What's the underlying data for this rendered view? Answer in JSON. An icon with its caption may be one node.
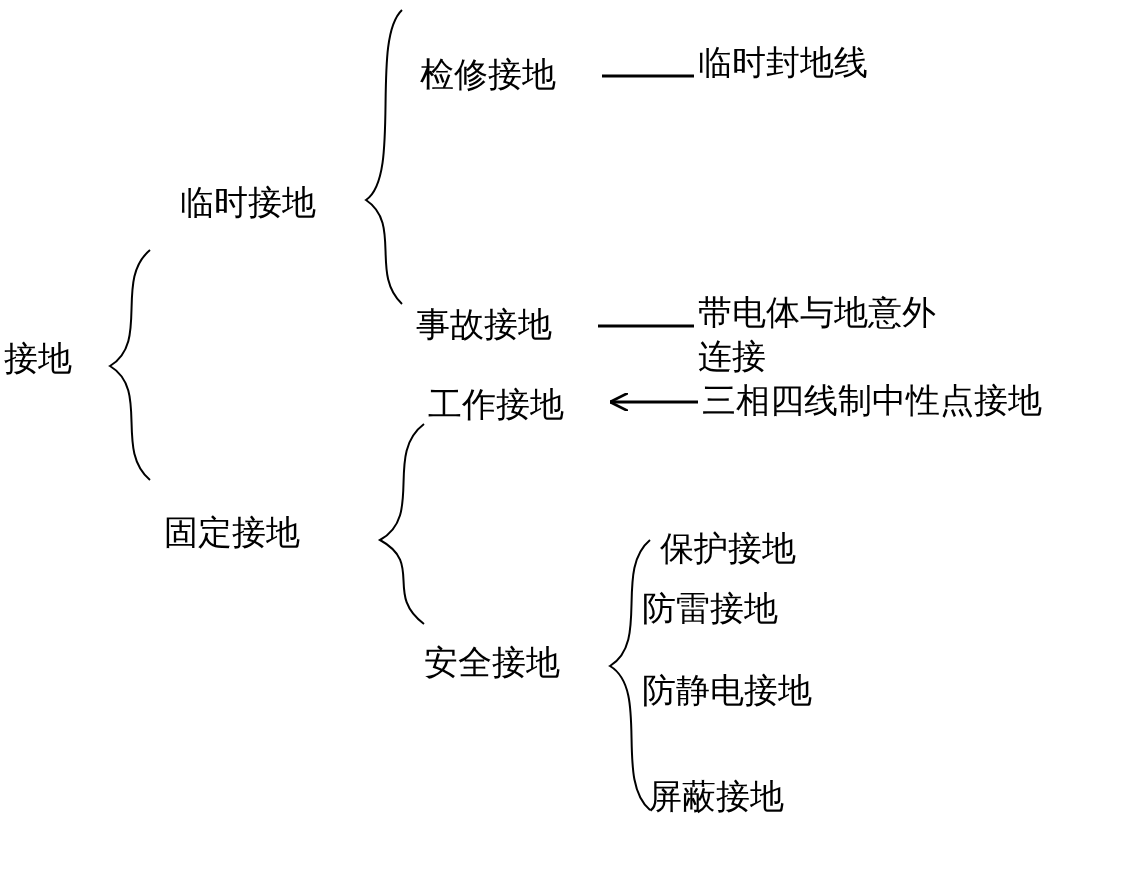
{
  "diagram": {
    "nodes": [
      {
        "text": [
          "接地"
        ]
      },
      {
        "text": [
          "临时接地"
        ]
      },
      {
        "text": [
          "检修接地"
        ]
      },
      {
        "text": [
          "临时封地线"
        ]
      },
      {
        "text": [
          "事故接地"
        ]
      },
      {
        "text": [
          "带电体与地意外连接"
        ]
      },
      {
        "text": [
          "工作接地"
        ]
      },
      {
        "text": [
          "三相四线制中性点接地"
        ]
      },
      {
        "text": [
          "固定接地"
        ]
      },
      {
        "text": [
          "安全接地"
        ]
      },
      {
        "text": [
          "保护接地"
        ]
      },
      {
        "text": [
          "防雷接地"
        ]
      },
      {
        "text": [
          "防静电接地"
        ]
      },
      {
        "text": [
          "屏蔽接地"
        ]
      }
    ],
    "edges": [
      {
        "from": 2,
        "to": 3,
        "arrow": "none"
      },
      {
        "from": 4,
        "to": 5,
        "arrow": "none"
      },
      {
        "from": 7,
        "to": 6,
        "arrow": "to"
      }
    ]
  }
}
